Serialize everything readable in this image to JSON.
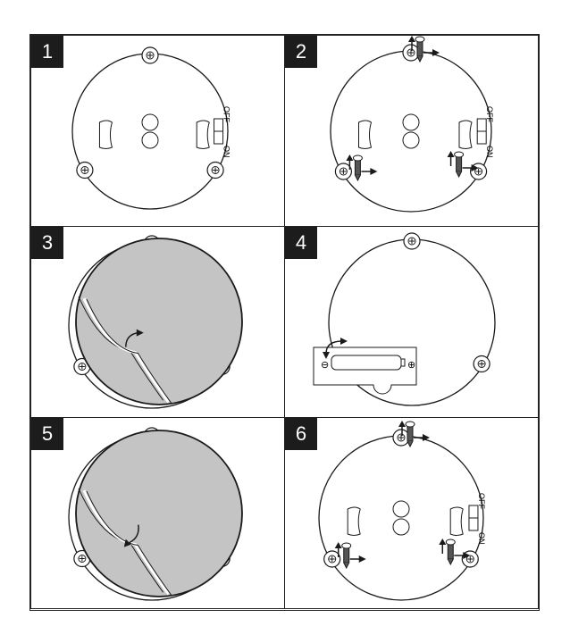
{
  "steps": [
    {
      "number": "1",
      "view": "plate"
    },
    {
      "number": "2",
      "view": "plate-screws"
    },
    {
      "number": "3",
      "view": "cover-open"
    },
    {
      "number": "4",
      "view": "battery"
    },
    {
      "number": "5",
      "view": "cover-close"
    },
    {
      "number": "6",
      "view": "plate-screws"
    }
  ],
  "switch": {
    "off_label": "OFF",
    "on_label": "ON"
  },
  "colors": {
    "line": "#1a1a1a",
    "cover": "#c4c4c4",
    "badge": "#1c1c1c"
  }
}
